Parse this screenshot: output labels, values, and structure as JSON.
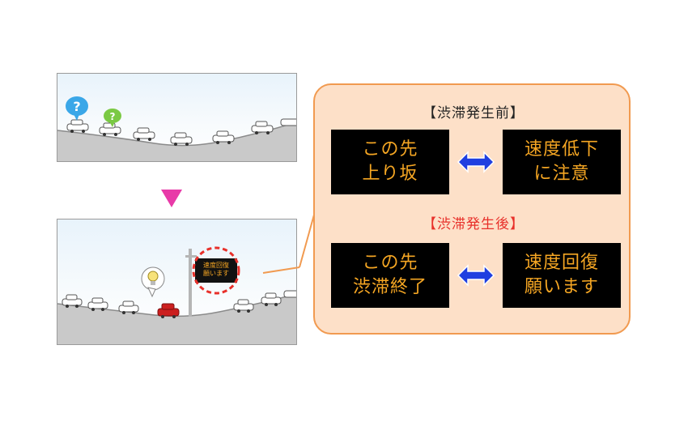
{
  "colors": {
    "panel_bg": "#fde0c8",
    "panel_border": "#f19a50",
    "vms_bg": "#000000",
    "vms_text": "#f5a623",
    "before_title": "#222222",
    "after_title": "#e8302a",
    "arrow_blue": "#1f3fe0",
    "down_arrow": "#e83aa8",
    "highlight_ring": "#e8302a"
  },
  "icons": {
    "question": "question-mark-bubble-icon",
    "idea": "lightbulb-bubble-icon",
    "down": "down-triangle-arrow-icon",
    "swap": "double-headed-arrow-icon"
  },
  "panel": {
    "before": {
      "title": "【渋滞発生前】",
      "left_sign": {
        "line1": "この先",
        "line2": "上り坂"
      },
      "right_sign": {
        "line1": "速度低下",
        "line2": "に注意"
      }
    },
    "after": {
      "title": "【渋滞発生後】",
      "left_sign": {
        "line1": "この先",
        "line2": "渋滞終了"
      },
      "right_sign": {
        "line1": "速度回復",
        "line2": "願います"
      }
    }
  },
  "scene_after": {
    "sign_text": {
      "line1": "速度回復",
      "line2": "願います"
    }
  }
}
